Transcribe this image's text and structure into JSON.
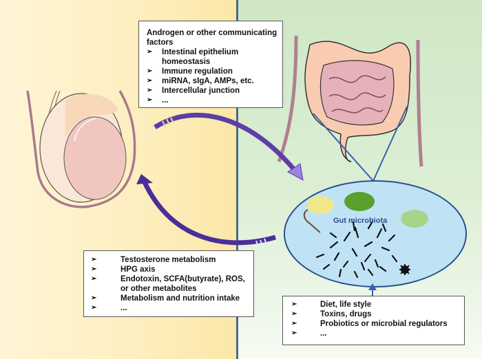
{
  "figure": {
    "theme": {
      "left_panel_color": "#fdeebe",
      "right_panel_color": "#d8edd0",
      "divider_color": "#4a6a8a",
      "arrow_color": "#5b3fa6",
      "microbiota_fill": "#bfe3f5",
      "microbiota_stroke": "#2d4f8a",
      "label_color": "#2d4f8a"
    },
    "organs": {
      "testis": "testis-illustration",
      "intestine": "intestine-illustration"
    },
    "top_box": {
      "title": "Androgen or other communicating factors",
      "bullet": "➢",
      "items": [
        "Intestinal epithelium homeostasis",
        "Immune regulation",
        "miRNA, sIgA, AMPs, etc.",
        "Intercellular junction",
        "..."
      ]
    },
    "bottom_box": {
      "bullet": "➢",
      "items": [
        "Testosterone metabolism",
        "HPG axis",
        "Endotoxin, SCFA(butyrate), ROS, or other metabolites",
        "Metabolism and nutrition intake",
        "..."
      ]
    },
    "right_box": {
      "bullet": "➢",
      "items": [
        "Diet, life style",
        "Toxins, drugs",
        "Probiotics or microbial regulators",
        "..."
      ]
    },
    "microbiota": {
      "label": "Gut microbiota"
    }
  }
}
